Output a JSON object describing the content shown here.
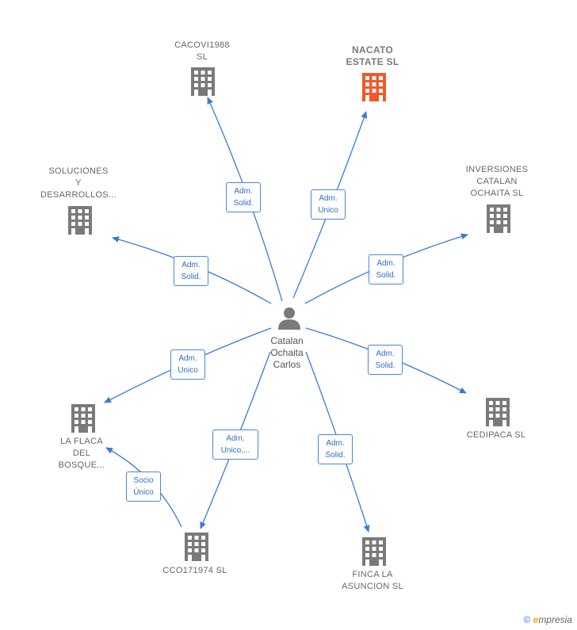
{
  "colors": {
    "edge": "#3a7bd5",
    "building": "#7a7a7a",
    "highlight": "#f05a28",
    "person": "#7a7a7a"
  },
  "person": {
    "name": "Catalan\nOchaita\nCarlos"
  },
  "companies": [
    {
      "id": "cacovi",
      "label": "CACOVI1988\nSL",
      "highlight": false
    },
    {
      "id": "nacato",
      "label": "NACATO\nESTATE  SL",
      "highlight": true
    },
    {
      "id": "soluciones",
      "label": "SOLUCIONES\nY\nDESARROLLOS...",
      "highlight": false
    },
    {
      "id": "inversiones",
      "label": "INVERSIONES\nCATALAN\nOCHAITA  SL",
      "highlight": false
    },
    {
      "id": "laflaca",
      "label": "LA FLACA\nDEL\nBOSQUE...",
      "highlight": false
    },
    {
      "id": "cedipaca",
      "label": "CEDIPACA  SL",
      "highlight": false
    },
    {
      "id": "cco",
      "label": "CCO171974  SL",
      "highlight": false
    },
    {
      "id": "finca",
      "label": "FINCA LA\nASUNCION  SL",
      "highlight": false
    }
  ],
  "edges": [
    {
      "to": "cacovi",
      "label": "Adm.\nSolid."
    },
    {
      "to": "nacato",
      "label": "Adm.\nUnico"
    },
    {
      "to": "soluciones",
      "label": "Adm.\nSolid."
    },
    {
      "to": "inversiones",
      "label": "Adm.\nSolid."
    },
    {
      "to": "laflaca",
      "label": "Adm.\nUnico"
    },
    {
      "to": "cedipaca",
      "label": "Adm.\nSolid."
    },
    {
      "to": "cco",
      "label": "Adm.\nUnico,..."
    },
    {
      "to": "finca",
      "label": "Adm.\nSolid."
    },
    {
      "from": "cco",
      "to": "laflaca",
      "label": "Socio\nÚnico"
    }
  ],
  "footer": {
    "copyright": "©",
    "brand_e": "e",
    "brand_rest": "mpresia"
  }
}
